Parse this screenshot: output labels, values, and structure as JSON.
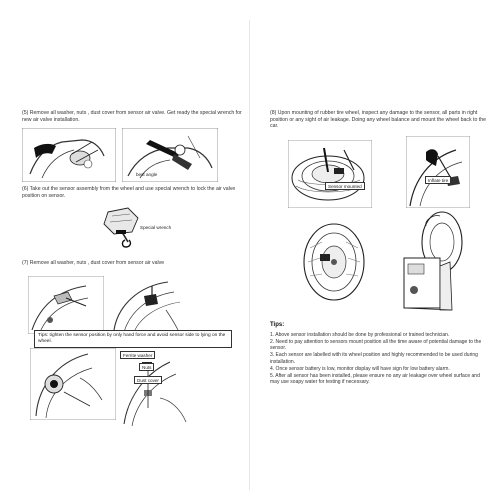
{
  "left_page": {
    "step5": "(5) Remove all washer, nuts , dust cover from sensor air valve. Get ready the special wrench for new air valve installation.",
    "step5_label": "best angle",
    "step6": "(6) Take out the sensor assembly from the wheel and use special wrench to lock the air valve position on sensor.",
    "step6_label": "Special wrench",
    "step7": "(7) Remove all washer, nuts , dust cover from sensor air valve",
    "tip_text": "Tips: tighten the sensor position by only hand force and avoid sensor side to lying on the wheel.",
    "step7_labels": [
      "Ferrite washer",
      "Nuts",
      "Dust cover"
    ]
  },
  "right_page": {
    "step8": "(8) Upon mounting of rubber tire wheel, inspect any damage to the sensor, all parts in right position or any sight of air leakage. Doing any wheel balance and mount the wheel back to the car.",
    "step8_labels": [
      "Sensor mounted",
      "Inflate tire"
    ],
    "tips_title": "Tips:",
    "tips": [
      "1. Above sensor installation should be done by professional or trained technician.",
      "2. Need to pay attention to sensors mount position all the time aware of potential damage to the sensor.",
      "3. Each sensor are labelled with its wheel position and highly recommended to be used during installation.",
      "4. Once sensor battery is low, monitor display will have sign for low battery alarm.",
      "5. After all sensor has been installed, please ensure no any air leakage over wheel surface and may use soapy water for testing if necessary."
    ]
  }
}
